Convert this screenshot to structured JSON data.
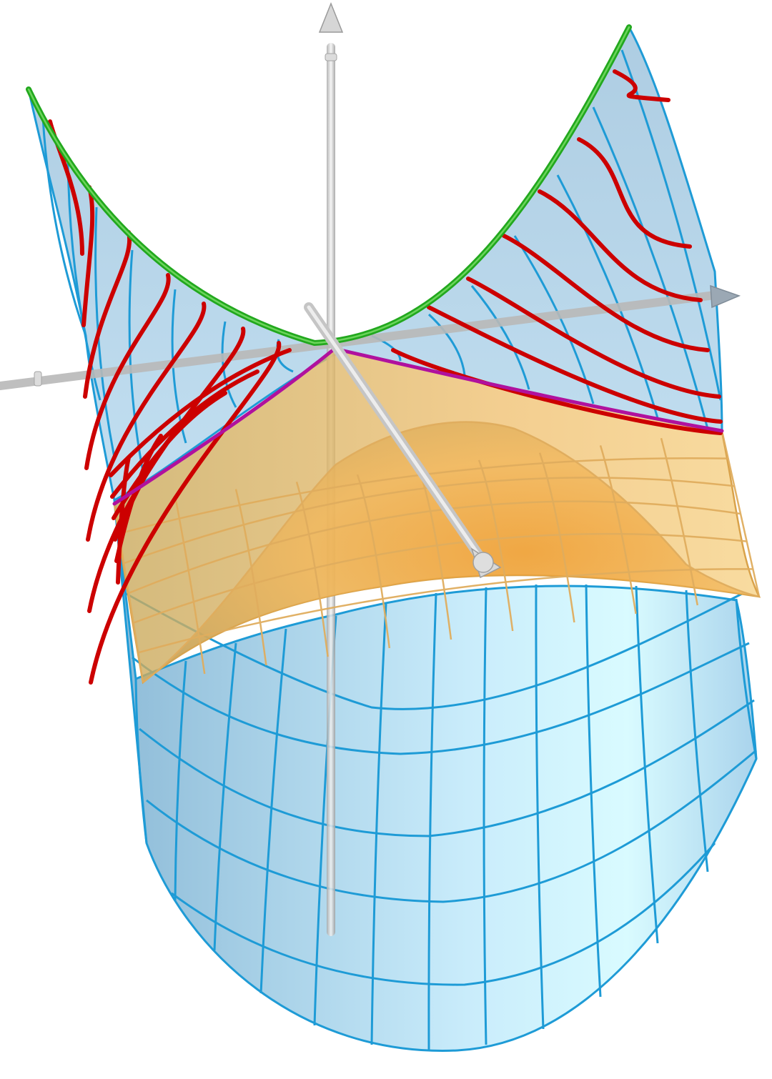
{
  "figure": {
    "background": "#ffffff",
    "colors": {
      "blue_surface_fill": "#9fcfea",
      "blue_surface_highlight": "#d9fbff",
      "blue_mesh": "#1e9bd6",
      "orange_surface_fill": "#f2b24a",
      "orange_surface_highlight": "#f6d58c",
      "orange_mesh": "#d9a24a",
      "red_curves": "#cc0000",
      "green_curve": "#22a81e",
      "magenta_curve": "#b0119e",
      "axis_light": "#d0d0d0",
      "axis_dark": "#8a9aa8"
    },
    "elements": {
      "blue_surface": "surface",
      "orange_surface": "surface",
      "red_curves": "curve-family",
      "green_curve": "curve",
      "magenta_curve": "curve",
      "axes": "three-axes-with-arrowheads"
    }
  }
}
